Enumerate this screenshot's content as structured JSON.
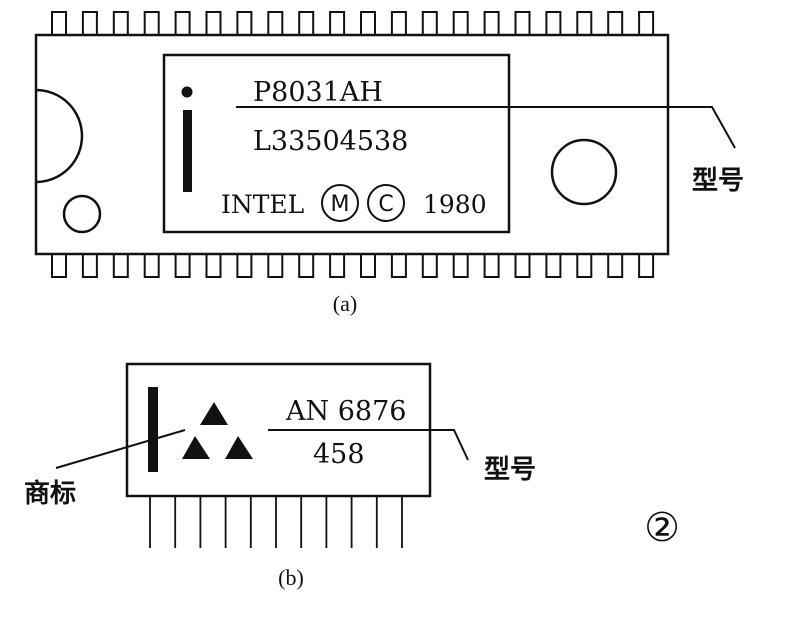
{
  "chip_a": {
    "model": "P8031AH",
    "serial": "L33504538",
    "maker": "INTEL",
    "mark_m": "M",
    "mark_c": "C",
    "year": "1980"
  },
  "chip_b": {
    "model": "AN 6876",
    "code": "458"
  },
  "labels": {
    "model_a": "型号",
    "model_b": "型号",
    "trademark": "商标"
  },
  "captions": {
    "a": "(a)",
    "b": "(b)"
  },
  "figure_number": "②"
}
